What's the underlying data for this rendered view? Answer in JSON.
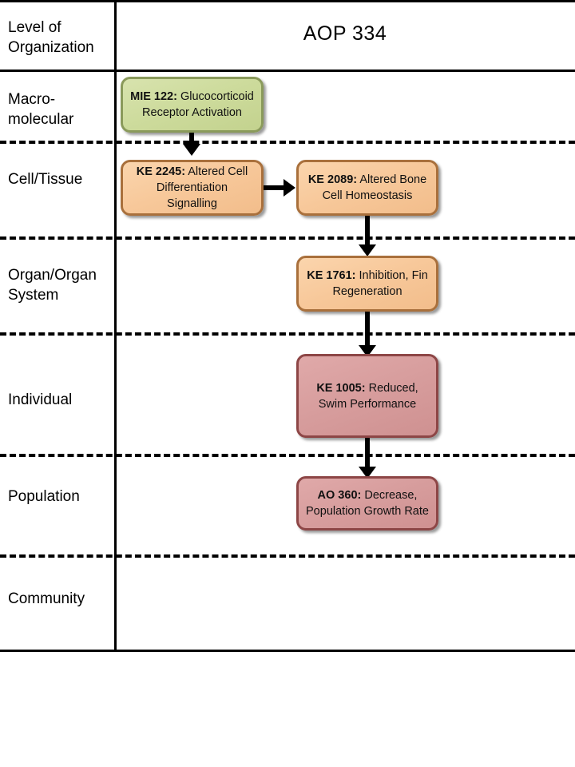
{
  "header": {
    "level_column_label": "Level of Organization",
    "title": "AOP 334"
  },
  "rows": [
    {
      "id": "macromolecular",
      "label": "Macro-molecular"
    },
    {
      "id": "cell-tissue",
      "label": "Cell/Tissue"
    },
    {
      "id": "organ",
      "label": "Organ/Organ System"
    },
    {
      "id": "individual",
      "label": "Individual"
    },
    {
      "id": "population",
      "label": "Population"
    },
    {
      "id": "community",
      "label": "Community"
    }
  ],
  "events": [
    {
      "id": "mie-122",
      "type": "MIE",
      "code": "MIE 122:",
      "name": " Glucocorticoid Receptor Activation",
      "row": "macromolecular",
      "color": "#cddb9c",
      "border_color": "#8a9a5b"
    },
    {
      "id": "ke-2245",
      "type": "KE",
      "code": "KE 2245:",
      "name": " Altered Cell Differentiation Signalling",
      "row": "cell-tissue",
      "color": "#f7c89a",
      "border_color": "#a9703c"
    },
    {
      "id": "ke-2089",
      "type": "KE",
      "code": "KE 2089:",
      "name": " Altered Bone Cell Homeostasis",
      "row": "cell-tissue",
      "color": "#f7c89a",
      "border_color": "#a9703c"
    },
    {
      "id": "ke-1761",
      "type": "KE",
      "code": "KE 1761:",
      "name": " Inhibition, Fin Regeneration",
      "row": "organ",
      "color": "#f7c89a",
      "border_color": "#a9703c"
    },
    {
      "id": "ke-1005",
      "type": "KE",
      "code": "KE 1005:",
      "name": " Reduced, Swim Performance",
      "row": "individual",
      "color": "#d79d9d",
      "border_color": "#8d4646"
    },
    {
      "id": "ao-360",
      "type": "AO",
      "code": "AO 360:",
      "name": " Decrease, Population Growth Rate",
      "row": "population",
      "color": "#d79d9d",
      "border_color": "#8d4646"
    }
  ],
  "connections": [
    {
      "from": "mie-122",
      "to": "ke-2245",
      "direction": "down"
    },
    {
      "from": "ke-2245",
      "to": "ke-2089",
      "direction": "right"
    },
    {
      "from": "ke-2089",
      "to": "ke-1761",
      "direction": "down"
    },
    {
      "from": "ke-1761",
      "to": "ke-1005",
      "direction": "down"
    },
    {
      "from": "ke-1005",
      "to": "ao-360",
      "direction": "down"
    }
  ]
}
